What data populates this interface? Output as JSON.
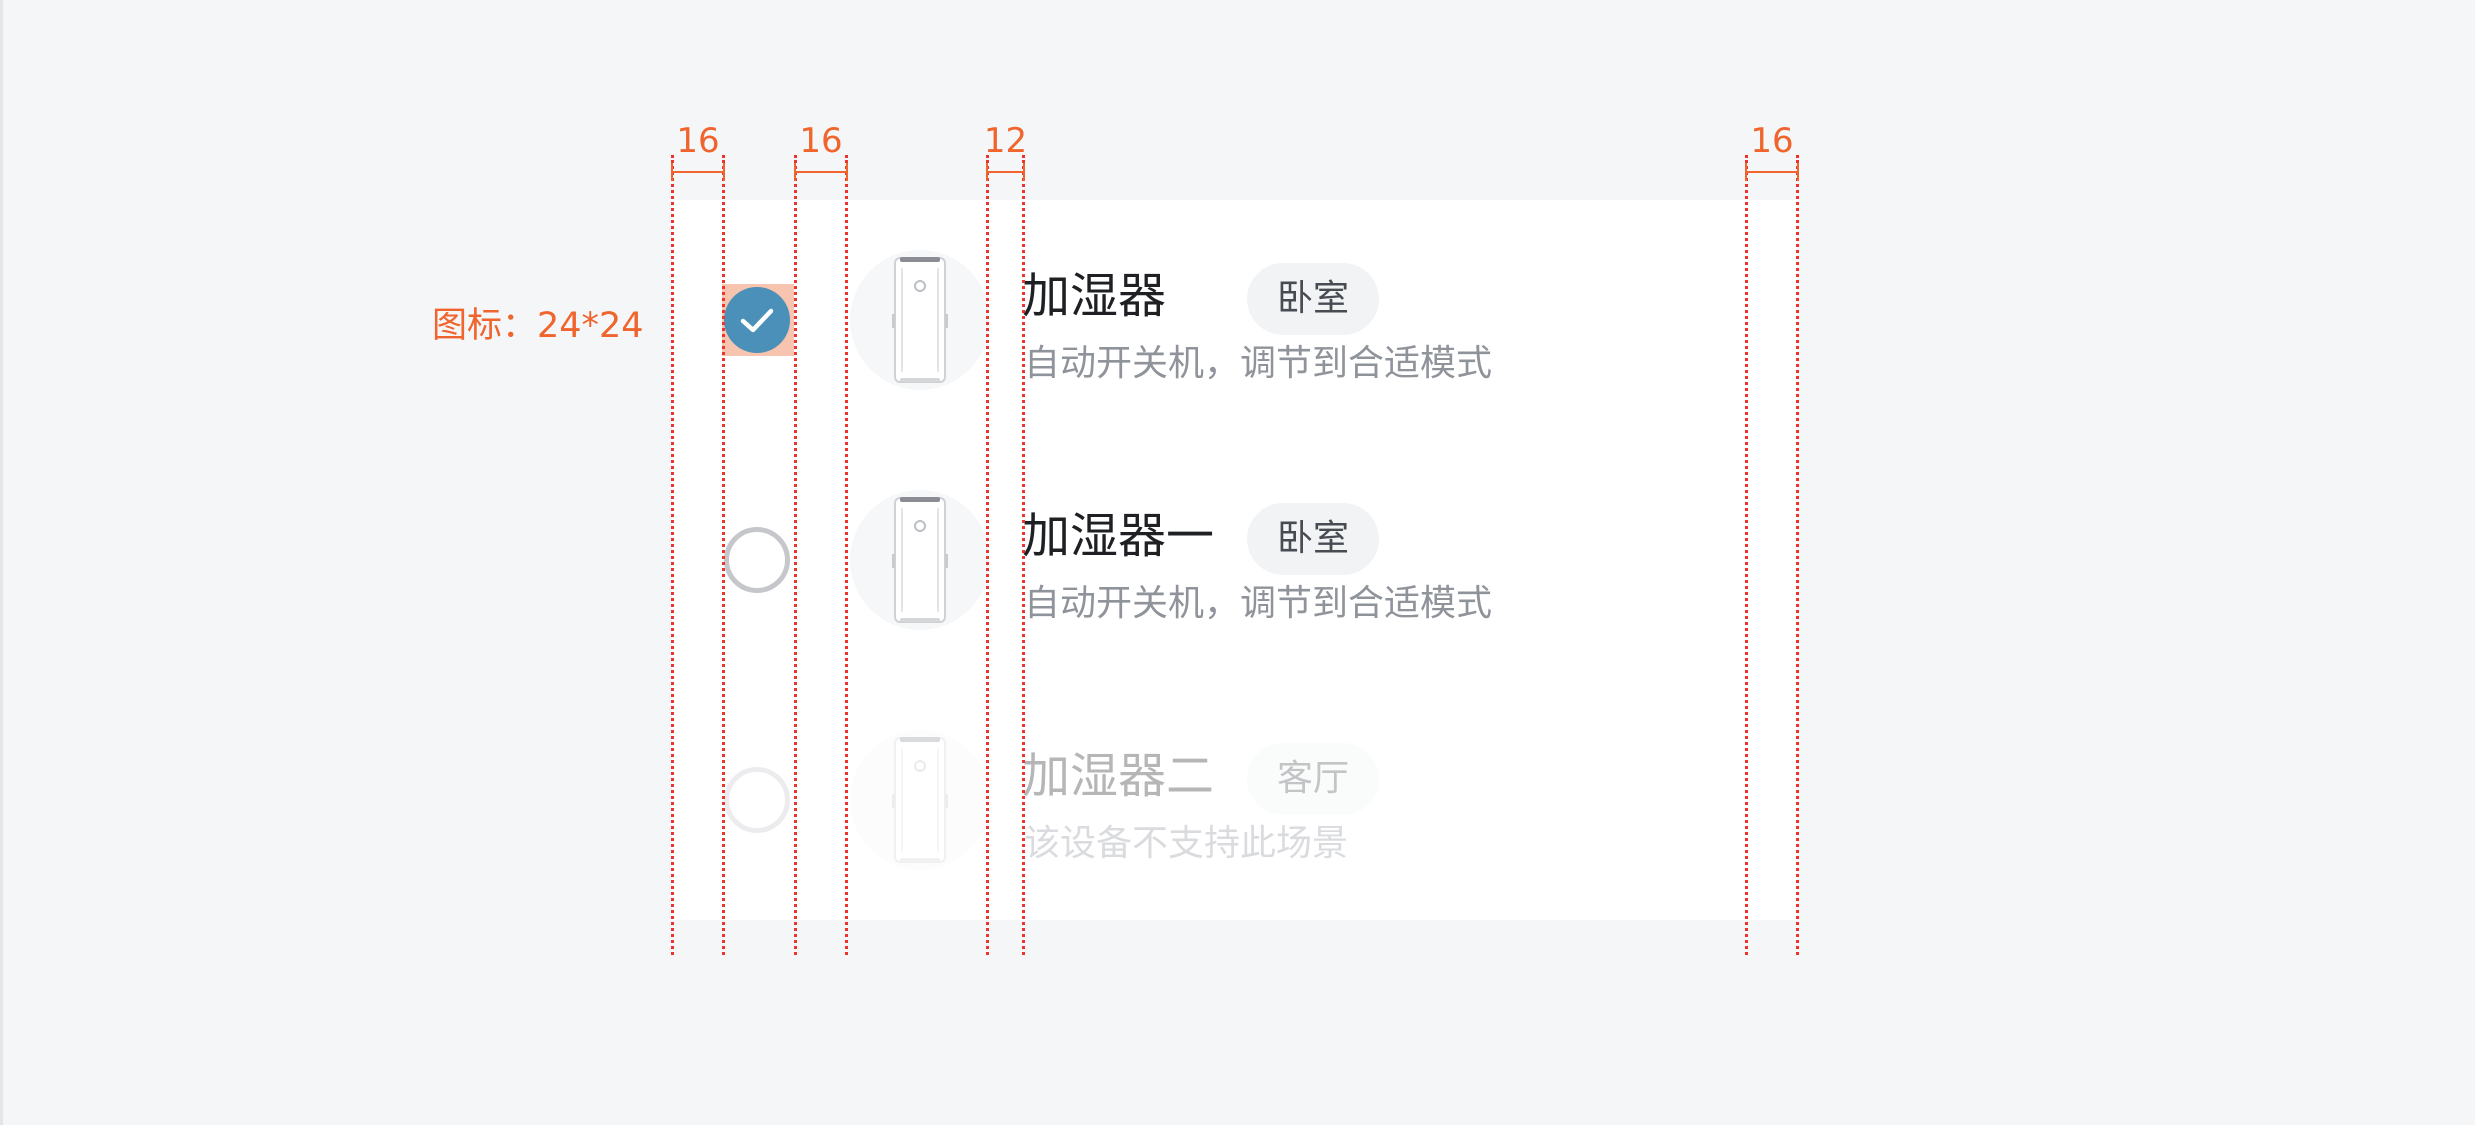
{
  "annotations": {
    "icon_size_note": "图标：24*24",
    "spacings": [
      "16",
      "16",
      "12",
      "16"
    ]
  },
  "devices": [
    {
      "name": "加湿器",
      "room": "卧室",
      "description": "自动开关机，调节到合适模式",
      "selected": true,
      "enabled": true
    },
    {
      "name": "加湿器一",
      "room": "卧室",
      "description": "自动开关机，调节到合适模式",
      "selected": false,
      "enabled": true
    },
    {
      "name": "加湿器二",
      "room": "客厅",
      "description": "该设备不支持此场景",
      "selected": false,
      "enabled": false
    }
  ],
  "colors": {
    "accent": "#4a90b8",
    "annotation": "#f0642d",
    "guide_line": "#f0322d",
    "title_text": "#1f2024",
    "secondary_text": "#8f939a"
  },
  "icons": {
    "checked": "check-circle-icon",
    "unchecked": "radio-empty-icon",
    "device": "humidifier-icon"
  }
}
